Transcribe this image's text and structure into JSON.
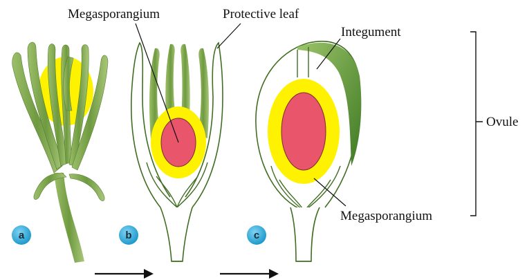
{
  "labels": {
    "megasporangium_top": "Megasporangium",
    "protective_leaf": "Protective leaf",
    "integument": "Integument",
    "ovule": "Ovule",
    "megasporangium_bottom": "Megasporangium"
  },
  "stages": [
    {
      "badge": "a"
    },
    {
      "badge": "b"
    },
    {
      "badge": "c"
    }
  ],
  "colors": {
    "leaf_green": "#7aa34a",
    "leaf_dark": "#4d7a2c",
    "outline_green": "#3f6e22",
    "sporangium_yellow": "#fff200",
    "megasporangium_pink": "#e9556b",
    "badge_blue": "#1fa7d9"
  }
}
